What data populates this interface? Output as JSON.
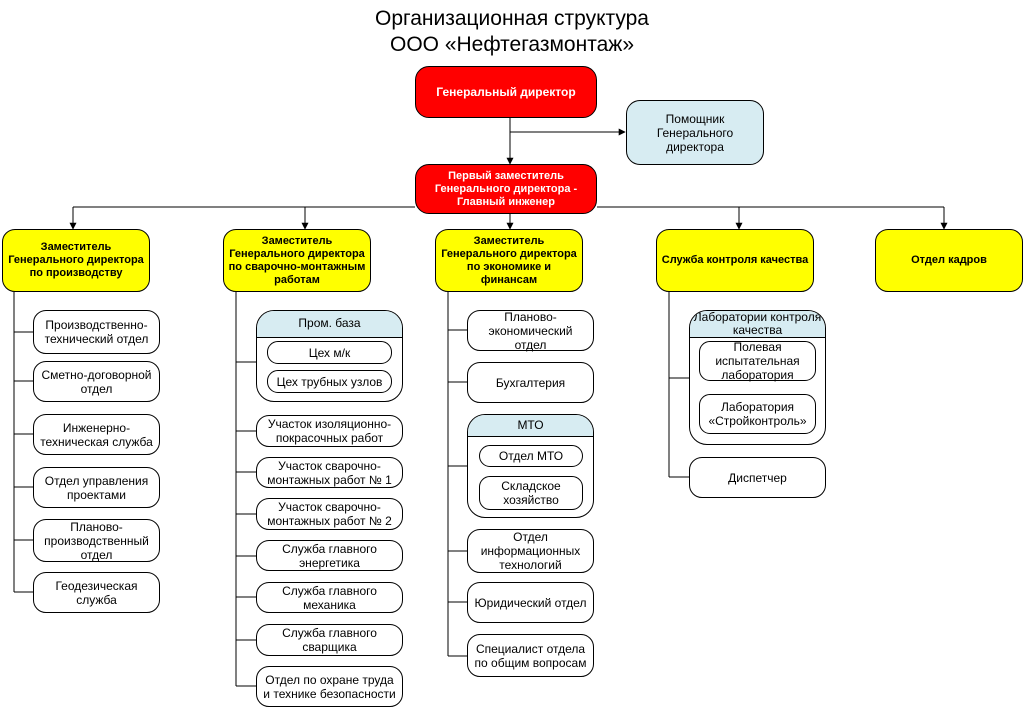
{
  "title": {
    "line1": "Организационная структура",
    "line2": "ООО «Нефтегазмонтаж»"
  },
  "top": {
    "director": "Генеральный директор",
    "assistant": "Помощник Генерального директора",
    "first_deputy": "Первый заместитель Генерального директора - Главный инженер"
  },
  "columns": {
    "production": {
      "head": "Заместитель Генерального директора по производству",
      "items": [
        "Производственно-технический отдел",
        "Сметно-договорной отдел",
        "Инженерно-техническая служба",
        "Отдел управления проектами",
        "Планово-производственный отдел",
        "Геодезическая служба"
      ]
    },
    "welding": {
      "head": "Заместитель Генерального директора по сварочно-монтажным работам",
      "group": {
        "title": "Пром. база",
        "items": [
          "Цех м/к",
          "Цех трубных узлов"
        ]
      },
      "items": [
        "Участок изоляционно-покрасочных работ",
        "Участок сварочно-монтажных работ № 1",
        "Участок сварочно-монтажных работ № 2",
        "Служба главного энергетика",
        "Служба главного механика",
        "Служба главного сварщика",
        "Отдел по охране труда и технике безопасности"
      ]
    },
    "economics": {
      "head": "Заместитель Генерального директора по экономике и финансам",
      "items_before": [
        "Планово-экономический отдел",
        "Бухгалтерия"
      ],
      "group": {
        "title": "МТО",
        "items": [
          "Отдел МТО",
          "Складское хозяйство"
        ]
      },
      "items_after": [
        "Отдел информационных технологий",
        "Юридический отдел",
        "Специалист отдела по общим вопросам"
      ]
    },
    "quality": {
      "head": "Служба контроля качества",
      "group": {
        "title": "Лаборатории контроля качества",
        "items": [
          "Полевая испытательная лаборатория",
          "Лаборатория «Стройконтроль»"
        ]
      },
      "items": [
        "Диспетчер"
      ]
    },
    "hr": {
      "head": "Отдел кадров"
    }
  }
}
